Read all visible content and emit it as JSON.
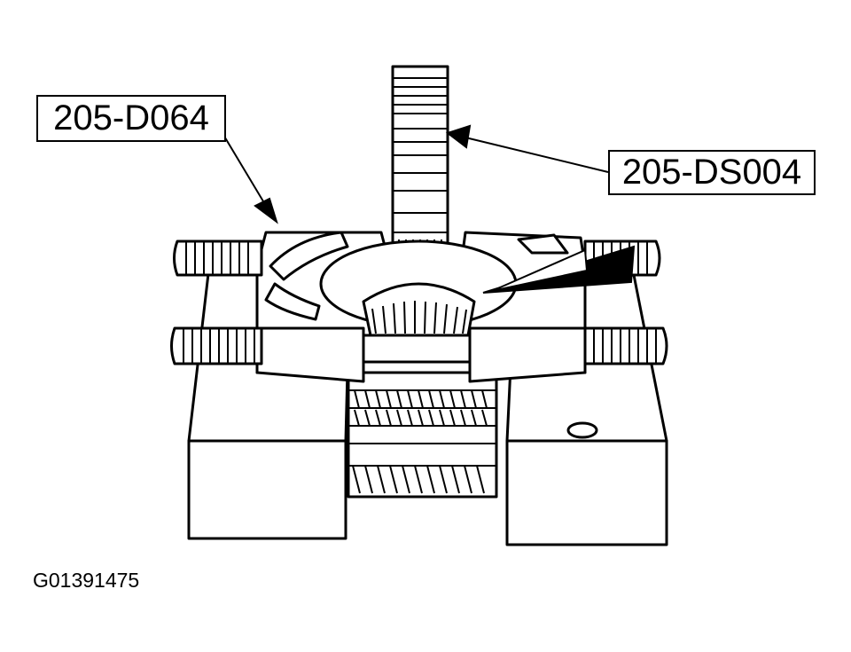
{
  "figure": {
    "callouts": {
      "tool_left": "205-D064",
      "tool_right": "205-DS004"
    },
    "figure_id": "G01391475"
  },
  "icons": {
    "bearing_splitter": "bearing-splitter-illustration",
    "arrows": "callout-arrows"
  }
}
